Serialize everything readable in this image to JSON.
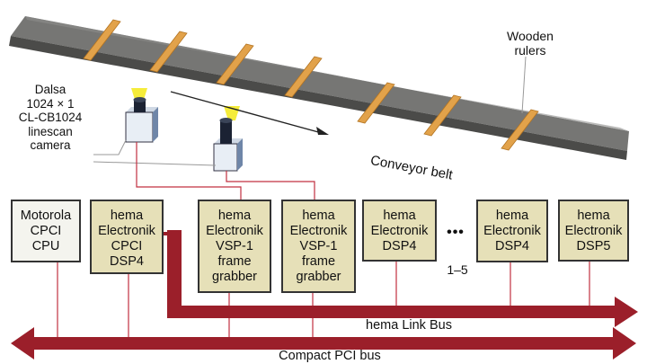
{
  "diagram": {
    "camera_label": [
      "Dalsa",
      "1024 × 1",
      "CL-CB1024",
      "linescan",
      "camera"
    ],
    "rulers_label": [
      "Wooden",
      "rulers"
    ],
    "conveyor_label": "Conveyor belt",
    "boards": [
      {
        "lines": [
          "Motorola",
          "CPCI",
          "CPU"
        ],
        "fill": "white"
      },
      {
        "lines": [
          "hema",
          "Electronik",
          "CPCI",
          "DSP4"
        ],
        "fill": "tan"
      },
      {
        "lines": [
          "hema",
          "Electronik",
          "VSP-1",
          "frame",
          "grabber"
        ],
        "fill": "tan"
      },
      {
        "lines": [
          "hema",
          "Electronik",
          "VSP-1",
          "frame",
          "grabber"
        ],
        "fill": "tan"
      },
      {
        "lines": [
          "hema",
          "Electronik",
          "DSP4"
        ],
        "fill": "tan"
      },
      {
        "lines": [
          "hema",
          "Electronik",
          "DSP4"
        ],
        "fill": "tan"
      },
      {
        "lines": [
          "hema",
          "Electronik",
          "DSP5"
        ],
        "fill": "tan"
      }
    ],
    "ellipsis": "•••",
    "range_label": "1–5",
    "link_bus_label": "hema Link Bus",
    "pci_bus_label": "Compact PCI bus",
    "colors": {
      "bus_red": "#9b1f2a",
      "belt": "#6d6d6b",
      "ruler": "#e2a24a",
      "board_tan": "#e6e0b8",
      "board_white": "#f4f4ee",
      "light": "#f5ec3a"
    }
  }
}
